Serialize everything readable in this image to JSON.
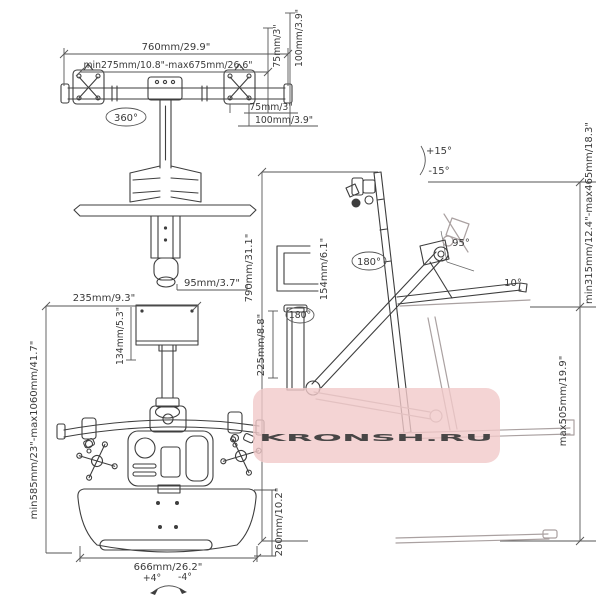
{
  "watermark": {
    "text": "KRONSH.RU"
  },
  "front": {
    "overall_width": "760mm/29.9\"",
    "width_range": "min275mm/10.8\"-max675mm/26.6\"",
    "swivel": "360°",
    "vesa_vertical_75": "75mm/3\"",
    "vesa_vertical_100": "100mm/3.9\"",
    "vesa_horizontal_75": "75mm/3\"",
    "vesa_horizontal_100": "100mm/3.9\"",
    "clamp_depth": "95mm/3.7\""
  },
  "side": {
    "tilt_up": "+15°",
    "tilt_down": "-15°",
    "monitor_tray_angle": "95°",
    "tray_tilt": "10°",
    "column_height": "790mm/31.1\"",
    "clamp_height": "154mm/6.1\"",
    "riser_height": "225mm/8.8\"",
    "swivel_upper": "180°",
    "swivel_lower": "180°",
    "height_range": "min315mm/12.4\"-max465mm/18.3\"",
    "lower_range": "max505mm/19.9\""
  },
  "bottom": {
    "plate_width": "235mm/9.3\"",
    "plate_depth": "134mm/5.3\"",
    "width_range": "min585mm/23\"-max1060mm/41.7\"",
    "tray_width": "666mm/26.2\"",
    "tray_depth": "260mm/10.2\"",
    "tray_tilt_plus": "+4°",
    "tray_tilt_minus": "-4°"
  }
}
